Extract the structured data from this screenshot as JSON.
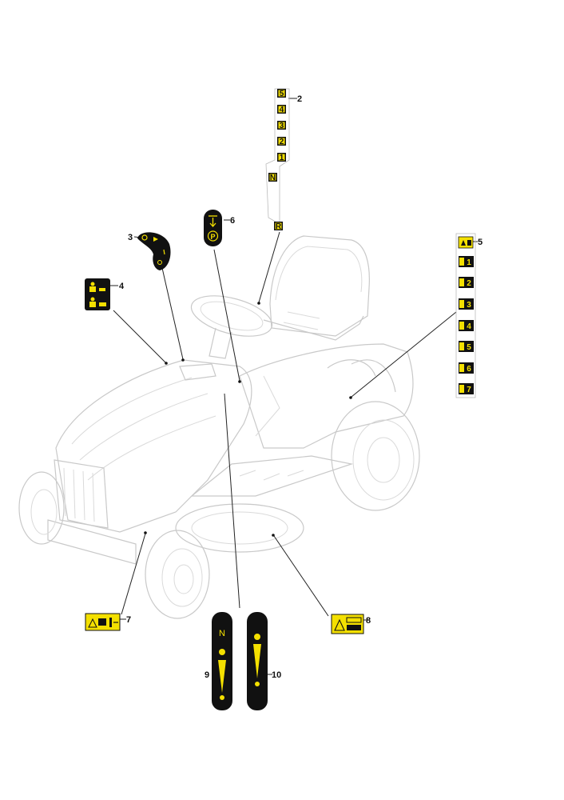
{
  "callouts": {
    "c2": "2",
    "c3": "3",
    "c4": "4",
    "c5": "5",
    "c6": "6",
    "c7": "7",
    "c8": "8",
    "c9": "9",
    "c10": "10"
  },
  "gear_decal": [
    "5",
    "4",
    "3",
    "2",
    "1",
    "N",
    "R"
  ],
  "height_decal": [
    "1",
    "2",
    "3",
    "4",
    "5",
    "6",
    "7"
  ],
  "colors": {
    "decal_yellow": "#f4e000",
    "decal_black": "#111111",
    "outline": "#c9c9c9"
  }
}
